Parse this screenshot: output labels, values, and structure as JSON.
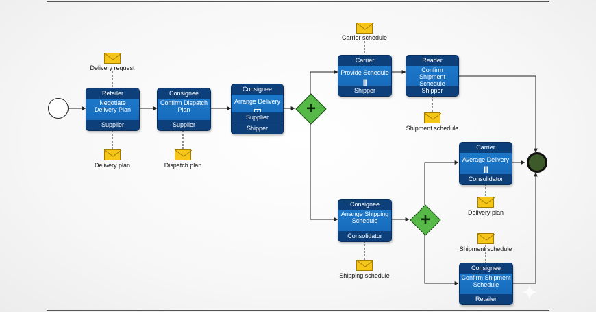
{
  "tasks": {
    "negotiate": {
      "role": "Retailer",
      "name": "Negotiate Delivery Plan",
      "footer": "Supplier"
    },
    "confirm_dispatch": {
      "role": "Consignee",
      "name": "Confirm Dispatch Plan",
      "footer": "Supplier"
    },
    "arrange_delivery": {
      "role": "Consignee",
      "name": "Arrange Delivery",
      "footer1": "Supplier",
      "footer2": "Shipper"
    },
    "provide_schedule": {
      "role": "Carrier",
      "name": "Provide Schedule",
      "footer": "Shipper"
    },
    "confirm_shipment_top": {
      "role": "Reader",
      "name": "Confirm Shipment Schedule",
      "footer": "Shipper"
    },
    "arrange_shipping": {
      "role": "Consignee",
      "name": "Arrange Shipping Schedule",
      "footer": "Consolidator"
    },
    "average_delivery": {
      "role": "Carrier",
      "name": "Average Delivery",
      "footer": "Consolidator"
    },
    "confirm_shipment_bottom": {
      "role": "Consignee",
      "name": "Confirm Shipment Schedule",
      "footer": "Retailer"
    }
  },
  "messages": {
    "delivery_request": "Delivery request",
    "delivery_plan_1": "Delivery plan",
    "dispatch_plan": "Dispatch plan",
    "carrier_schedule": "Carrier schedule",
    "shipment_schedule_1": "Shipment schedule",
    "delivery_plan_2": "Delivery plan",
    "shipping_schedule": "Shipping schedule",
    "shipment_schedule_2": "Shipment schedule"
  },
  "gateways": {
    "symbol": "+"
  },
  "markers": {
    "multi_instance": "|||",
    "subprocess": "+"
  },
  "colors": {
    "task": "#1a6fc4",
    "task_band": "#0d3f7a",
    "gateway": "#57b947",
    "message": "#f5c518",
    "end": "#3d5a2a"
  }
}
